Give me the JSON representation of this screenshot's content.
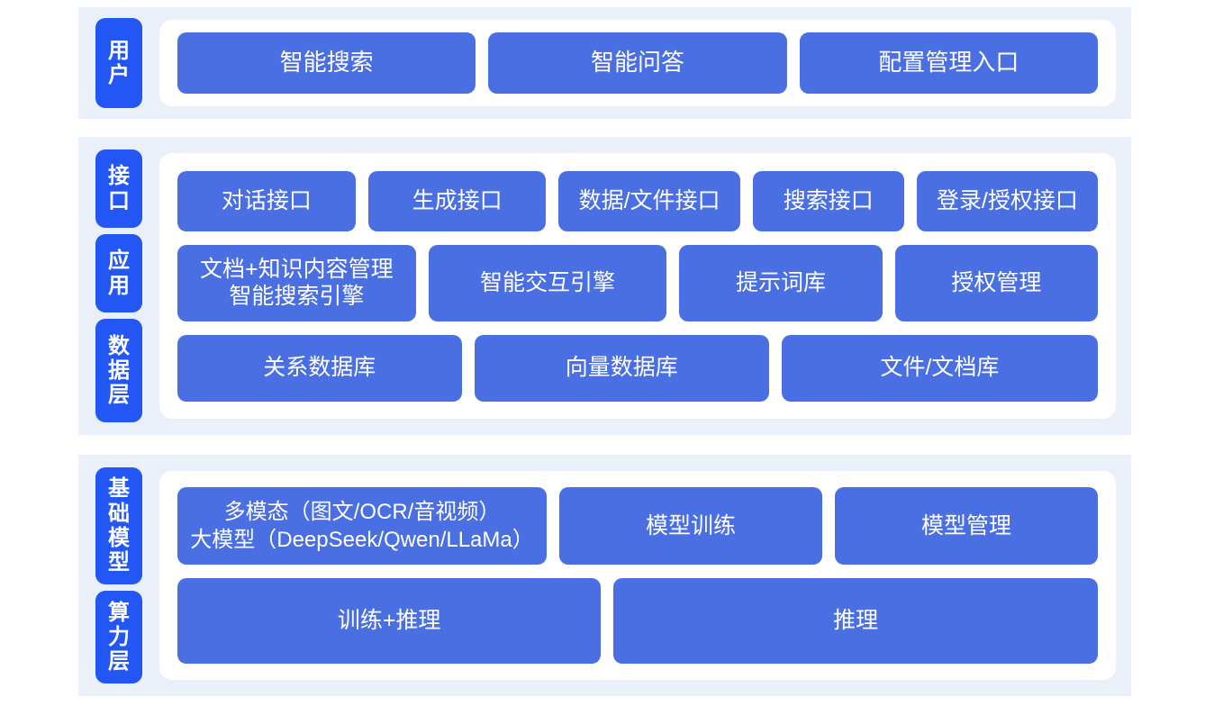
{
  "theme": {
    "page_background": "#ffffff",
    "band_background": "#eaf0fa",
    "card_background": "#ffffff",
    "tab_color": "#2256f5",
    "box_color": "#4a6fe3",
    "text_color": "#ffffff"
  },
  "sections": [
    {
      "id": "user",
      "tabs": [
        "用户"
      ],
      "rows": [
        {
          "id": "user-entries",
          "boxes": [
            {
              "label": "智能搜索",
              "flex": 1
            },
            {
              "label": "智能问答",
              "flex": 1
            },
            {
              "label": "配置管理入口",
              "flex": 1
            }
          ]
        }
      ]
    },
    {
      "id": "application",
      "tabs": [
        "接口",
        "应用",
        "数据层"
      ],
      "rows": [
        {
          "id": "api-row",
          "boxes": [
            {
              "label": "对话接口",
              "flex": 1.02
            },
            {
              "label": "生成接口",
              "flex": 1.02
            },
            {
              "label": "数据/文件接口",
              "flex": 1.04
            },
            {
              "label": "搜索接口",
              "flex": 0.85
            },
            {
              "label": "登录/授权接口",
              "flex": 1.04
            }
          ]
        },
        {
          "id": "application-row",
          "boxes": [
            {
              "label": "文档+知识内容管理\n智能搜索引擎",
              "flex": 1.12
            },
            {
              "label": "智能交互引擎",
              "flex": 1.12
            },
            {
              "label": "提示词库",
              "flex": 0.94
            },
            {
              "label": "授权管理",
              "flex": 0.94
            }
          ]
        },
        {
          "id": "data-row",
          "boxes": [
            {
              "label": "关系数据库",
              "flex": 1
            },
            {
              "label": "向量数据库",
              "flex": 1.04
            },
            {
              "label": "文件/文档库",
              "flex": 1.12
            }
          ]
        }
      ]
    },
    {
      "id": "foundation",
      "tabs": [
        "基础模型",
        "算力层"
      ],
      "rows": [
        {
          "id": "model-row",
          "boxes": [
            {
              "label": "多模态（图文/OCR/音视频）\n大模型（DeepSeek/Qwen/LLaMa）",
              "flex": 1.52,
              "multiline": true
            },
            {
              "label": "模型训练",
              "flex": 1.06
            },
            {
              "label": "模型管理",
              "flex": 1.06
            }
          ]
        },
        {
          "id": "compute-row",
          "boxes": [
            {
              "label": "训练+推理",
              "flex": 1
            },
            {
              "label": "推理",
              "flex": 1.15
            }
          ]
        }
      ]
    }
  ]
}
